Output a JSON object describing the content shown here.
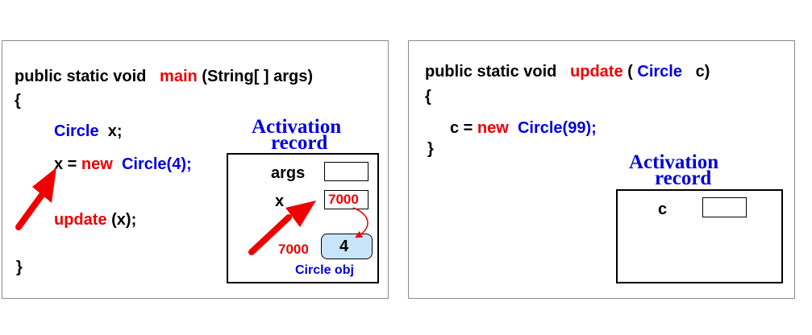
{
  "left": {
    "sig": [
      "public static void",
      "main",
      "(String[ ] args)"
    ],
    "open_brace": "{",
    "decl": [
      "Circle",
      "x;"
    ],
    "assign": [
      "x =",
      "new",
      "Circle(4);"
    ],
    "call": [
      "update",
      "(x);"
    ],
    "close_brace": "}",
    "ar_title": [
      "Activation",
      "record"
    ],
    "ar": {
      "args_label": "args",
      "x_label": "x",
      "x_value": "7000",
      "obj_addr": "7000",
      "obj_value": "4",
      "obj_caption": "Circle obj"
    }
  },
  "right": {
    "sig": [
      "public static void",
      "update",
      "(",
      "Circle",
      "c)"
    ],
    "open_brace": "{",
    "body": [
      "c =",
      "new",
      "Circle(99);"
    ],
    "close_brace": "}",
    "ar_title": [
      "Activation",
      "record"
    ],
    "ar": {
      "c_label": "c"
    }
  },
  "colors": {
    "keyword_red": "#ee0000",
    "type_blue": "#0000dd",
    "object_fill": "#c8e4f8",
    "arrow_red": "#ee0000"
  }
}
